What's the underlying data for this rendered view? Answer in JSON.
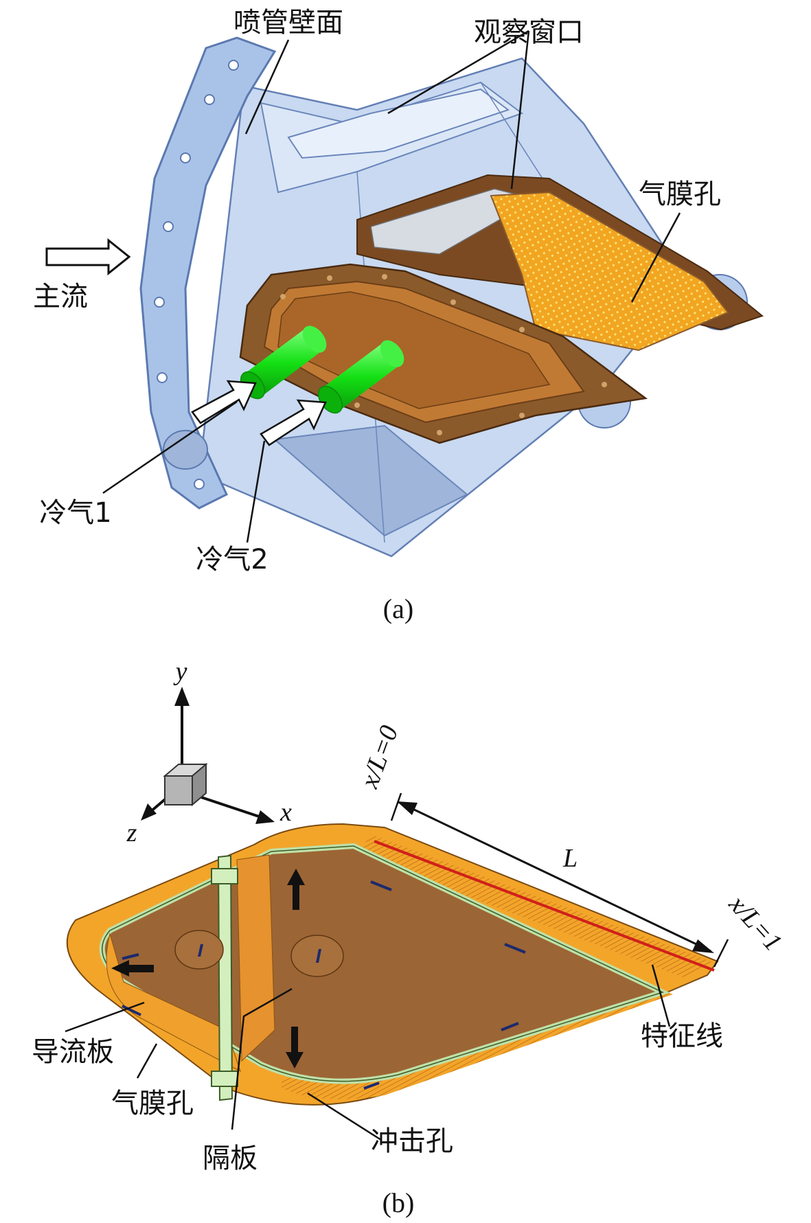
{
  "panel_a": {
    "caption": "(a)",
    "labels": {
      "nozzle_wall": "喷管壁面",
      "observation_window": "观察窗口",
      "film_holes": "气膜孔",
      "main_flow": "主流",
      "cold_air_1": "冷气1",
      "cold_air_2": "冷气2"
    }
  },
  "panel_b": {
    "caption": "(b)",
    "axes": {
      "y": "y",
      "x": "x",
      "z": "z"
    },
    "labels": {
      "xl0": "x/L=0",
      "xl1": "x/L=1",
      "length": "L",
      "characteristic_line": "特征线",
      "deflector": "导流板",
      "film_holes": "气膜孔",
      "partition": "隔板",
      "impingement_holes": "冲击孔"
    }
  },
  "colors": {
    "nozzle_blue": "#a9c3e8",
    "plate_brown": "#8b5a2b",
    "film_orange": "#f5a623",
    "cold_green": "#22dd22",
    "char_line_red": "#d0201a"
  }
}
